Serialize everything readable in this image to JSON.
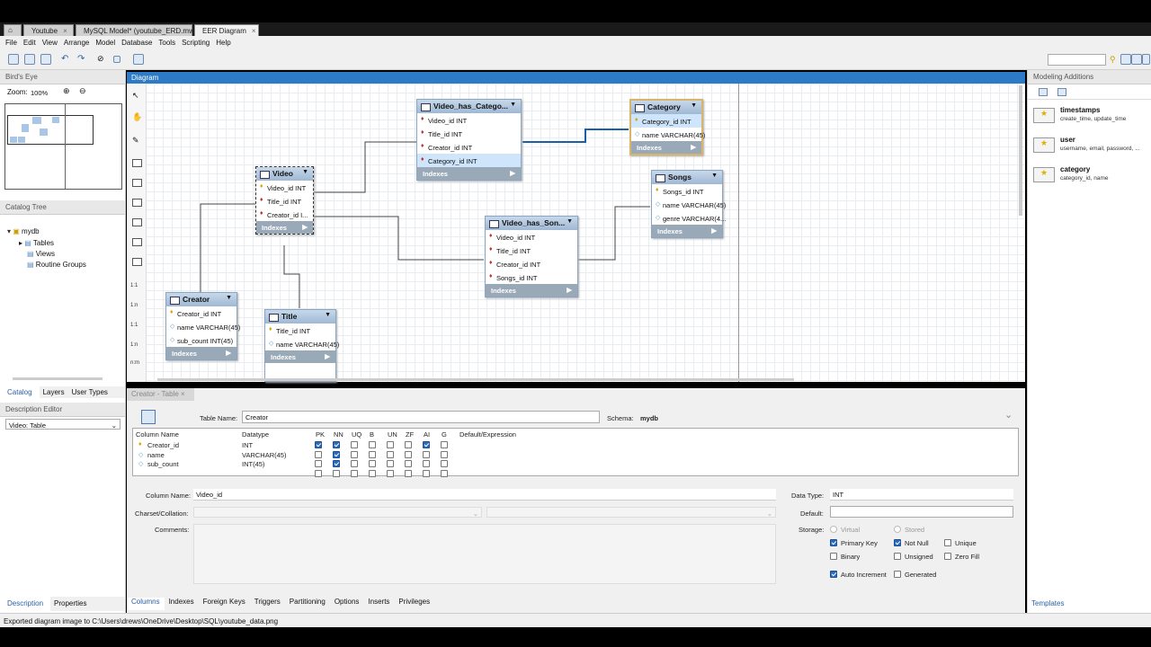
{
  "doc_tabs": [
    {
      "label": "Youtube",
      "active": false
    },
    {
      "label": "MySQL Model* (youtube_ERD.mwb)",
      "active": false
    },
    {
      "label": "EER Diagram",
      "active": true
    }
  ],
  "menu": [
    "File",
    "Edit",
    "View",
    "Arrange",
    "Model",
    "Database",
    "Tools",
    "Scripting",
    "Help"
  ],
  "birds_eye": {
    "title": "Bird's Eye",
    "zoom_label": "Zoom:",
    "zoom_value": "100%"
  },
  "catalog_tree": {
    "title": "Catalog Tree",
    "db": "mydb",
    "items": [
      "Tables",
      "Views",
      "Routine Groups"
    ]
  },
  "left_tabs": [
    "Catalog",
    "Layers",
    "User Types"
  ],
  "description_editor": {
    "title": "Description Editor",
    "select": "Video: Table",
    "tab_description": "Description",
    "tab_properties": "Properties"
  },
  "diagram_header": "Diagram",
  "tool_labels": [
    "1:1",
    "1:n",
    "1:1",
    "1:n",
    "n:m"
  ],
  "entities": {
    "vhc": {
      "title": "Video_has_Catego...",
      "cols": [
        "Video_id INT",
        "Title_id INT",
        "Creator_id INT",
        "Category_id INT"
      ]
    },
    "category": {
      "title": "Category",
      "cols": [
        "Category_id INT",
        "name VARCHAR(45)"
      ]
    },
    "video": {
      "title": "Video",
      "cols": [
        "Video_id INT",
        "Title_id INT",
        "Creator_id I..."
      ]
    },
    "songs": {
      "title": "Songs",
      "cols": [
        "Songs_id INT",
        "name VARCHAR(45)",
        "genre VARCHAR(4..."
      ]
    },
    "vhs": {
      "title": "Video_has_Son...",
      "cols": [
        "Video_id INT",
        "Title_id INT",
        "Creator_id INT",
        "Songs_id INT"
      ]
    },
    "creator": {
      "title": "Creator",
      "cols": [
        "Creator_id INT",
        "name VARCHAR(45)",
        "sub_count INT(45)"
      ]
    },
    "title": {
      "title": "Title",
      "cols": [
        "Title_id INT",
        "name VARCHAR(45)"
      ]
    },
    "indexes_label": "Indexes"
  },
  "modeling": {
    "title": "Modeling Additions",
    "snippets": [
      {
        "name": "timestamps",
        "desc": "create_time, update_time"
      },
      {
        "name": "user",
        "desc": "username, email, password, ..."
      },
      {
        "name": "category",
        "desc": "category_id, name"
      }
    ],
    "footer": "Templates"
  },
  "editor": {
    "tab": "Creator - Table",
    "table_name_label": "Table Name:",
    "table_name": "Creator",
    "schema_label": "Schema:",
    "schema": "mydb",
    "grid_headers": [
      "Column Name",
      "Datatype",
      "PK",
      "NN",
      "UQ",
      "B",
      "UN",
      "ZF",
      "AI",
      "G",
      "Default/Expression"
    ],
    "rows": [
      {
        "name": "Creator_id",
        "type": "INT",
        "flags": [
          1,
          1,
          0,
          0,
          0,
          0,
          1,
          0
        ]
      },
      {
        "name": "name",
        "type": "VARCHAR(45)",
        "flags": [
          0,
          1,
          0,
          0,
          0,
          0,
          0,
          0
        ]
      },
      {
        "name": "sub_count",
        "type": "INT(45)",
        "flags": [
          0,
          1,
          0,
          0,
          0,
          0,
          0,
          0
        ]
      },
      {
        "name": "",
        "type": "",
        "flags": [
          0,
          0,
          0,
          0,
          0,
          0,
          0,
          0
        ]
      }
    ],
    "column_name_label": "Column Name:",
    "column_name": "Video_id",
    "charset_label": "Charset/Collation:",
    "comments_label": "Comments:",
    "data_type_label": "Data Type:",
    "data_type": "INT",
    "default_label": "Default:",
    "storage_label": "Storage:",
    "virtual": "Virtual",
    "stored": "Stored",
    "checks": {
      "primary_key": "Primary Key",
      "not_null": "Not Null",
      "unique": "Unique",
      "binary": "Binary",
      "unsigned": "Unsigned",
      "zero_fill": "Zero Fill",
      "auto_increment": "Auto Increment",
      "generated": "Generated"
    },
    "bottom_tabs": [
      "Columns",
      "Indexes",
      "Foreign Keys",
      "Triggers",
      "Partitioning",
      "Options",
      "Inserts",
      "Privileges"
    ]
  },
  "status": "Exported diagram image to C:\\Users\\drews\\OneDrive\\Desktop\\SQL\\youtube_data.png"
}
